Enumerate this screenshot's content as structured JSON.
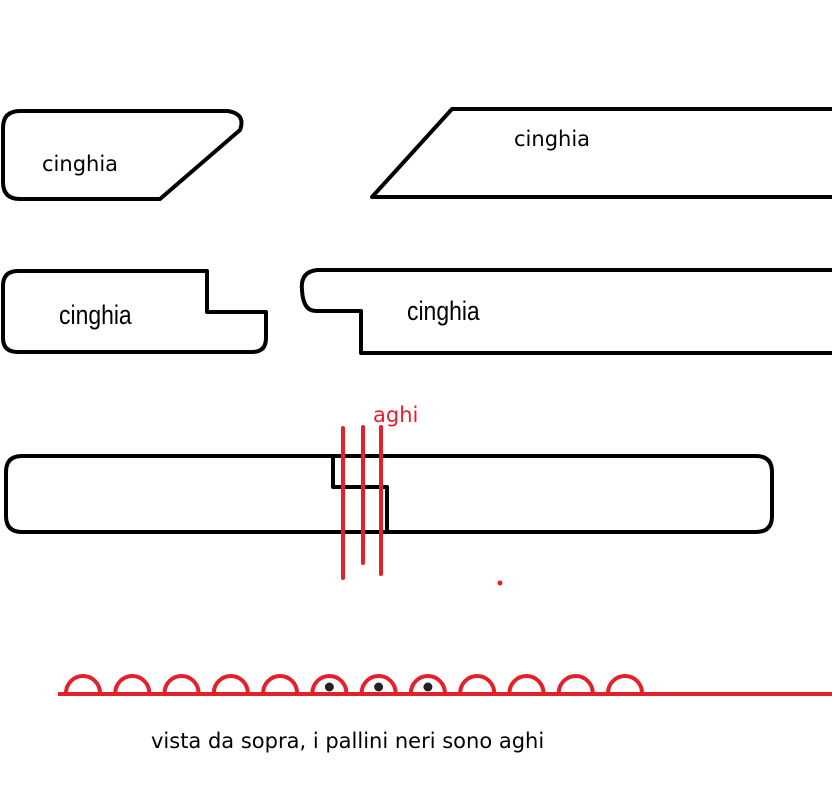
{
  "labels": {
    "belt_top_left": "cinghia",
    "belt_top_right": "cinghia",
    "belt_mid_left": "cinghia",
    "belt_mid_right": "cinghia",
    "needles": "aghi",
    "caption": "vista da sopra, i pallini  neri sono aghi"
  },
  "colors": {
    "outline": "#000000",
    "needle": "#e3212b",
    "needle_dot": "#222222",
    "background": "#ffffff"
  },
  "top_view": {
    "loop_count": 12,
    "needle_loops": [
      6,
      7,
      8
    ]
  }
}
